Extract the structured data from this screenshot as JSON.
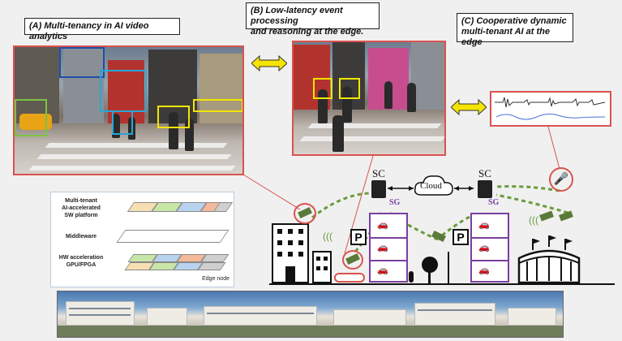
{
  "captions": {
    "a": "(A) Multi-tenancy in AI video analytics",
    "b_line1": "(B) Low-latency event processing",
    "b_line2": "and reasoning at the edge.",
    "c_line1": "(C) Cooperative dynamic",
    "c_line2": "multi-tenant AI at the edge"
  },
  "edge_node": {
    "layer1": [
      "Multi-tenant",
      "AI-accelerated",
      "SW platform"
    ],
    "layer2": "Middleware",
    "layer3": [
      "HW acceleration",
      "GPU/FPGA"
    ],
    "footer": "Edge node"
  },
  "network": {
    "sc_left": "SC",
    "sc_right": "SC",
    "cloud": "Cloud",
    "sg_left": "SG",
    "sg_right": "SG",
    "parking_left": "P",
    "parking_right": "P"
  },
  "colors": {
    "detection_blue": "#1f4ea8",
    "detection_cyan": "#2aa6d8",
    "detection_green": "#7cc242",
    "detection_yellow": "#f2e600",
    "frame_red": "#d9534f",
    "arrow_yellow": "#f5e400",
    "link_green": "#6b9a3a",
    "tower_purple": "#7a3fa0"
  }
}
